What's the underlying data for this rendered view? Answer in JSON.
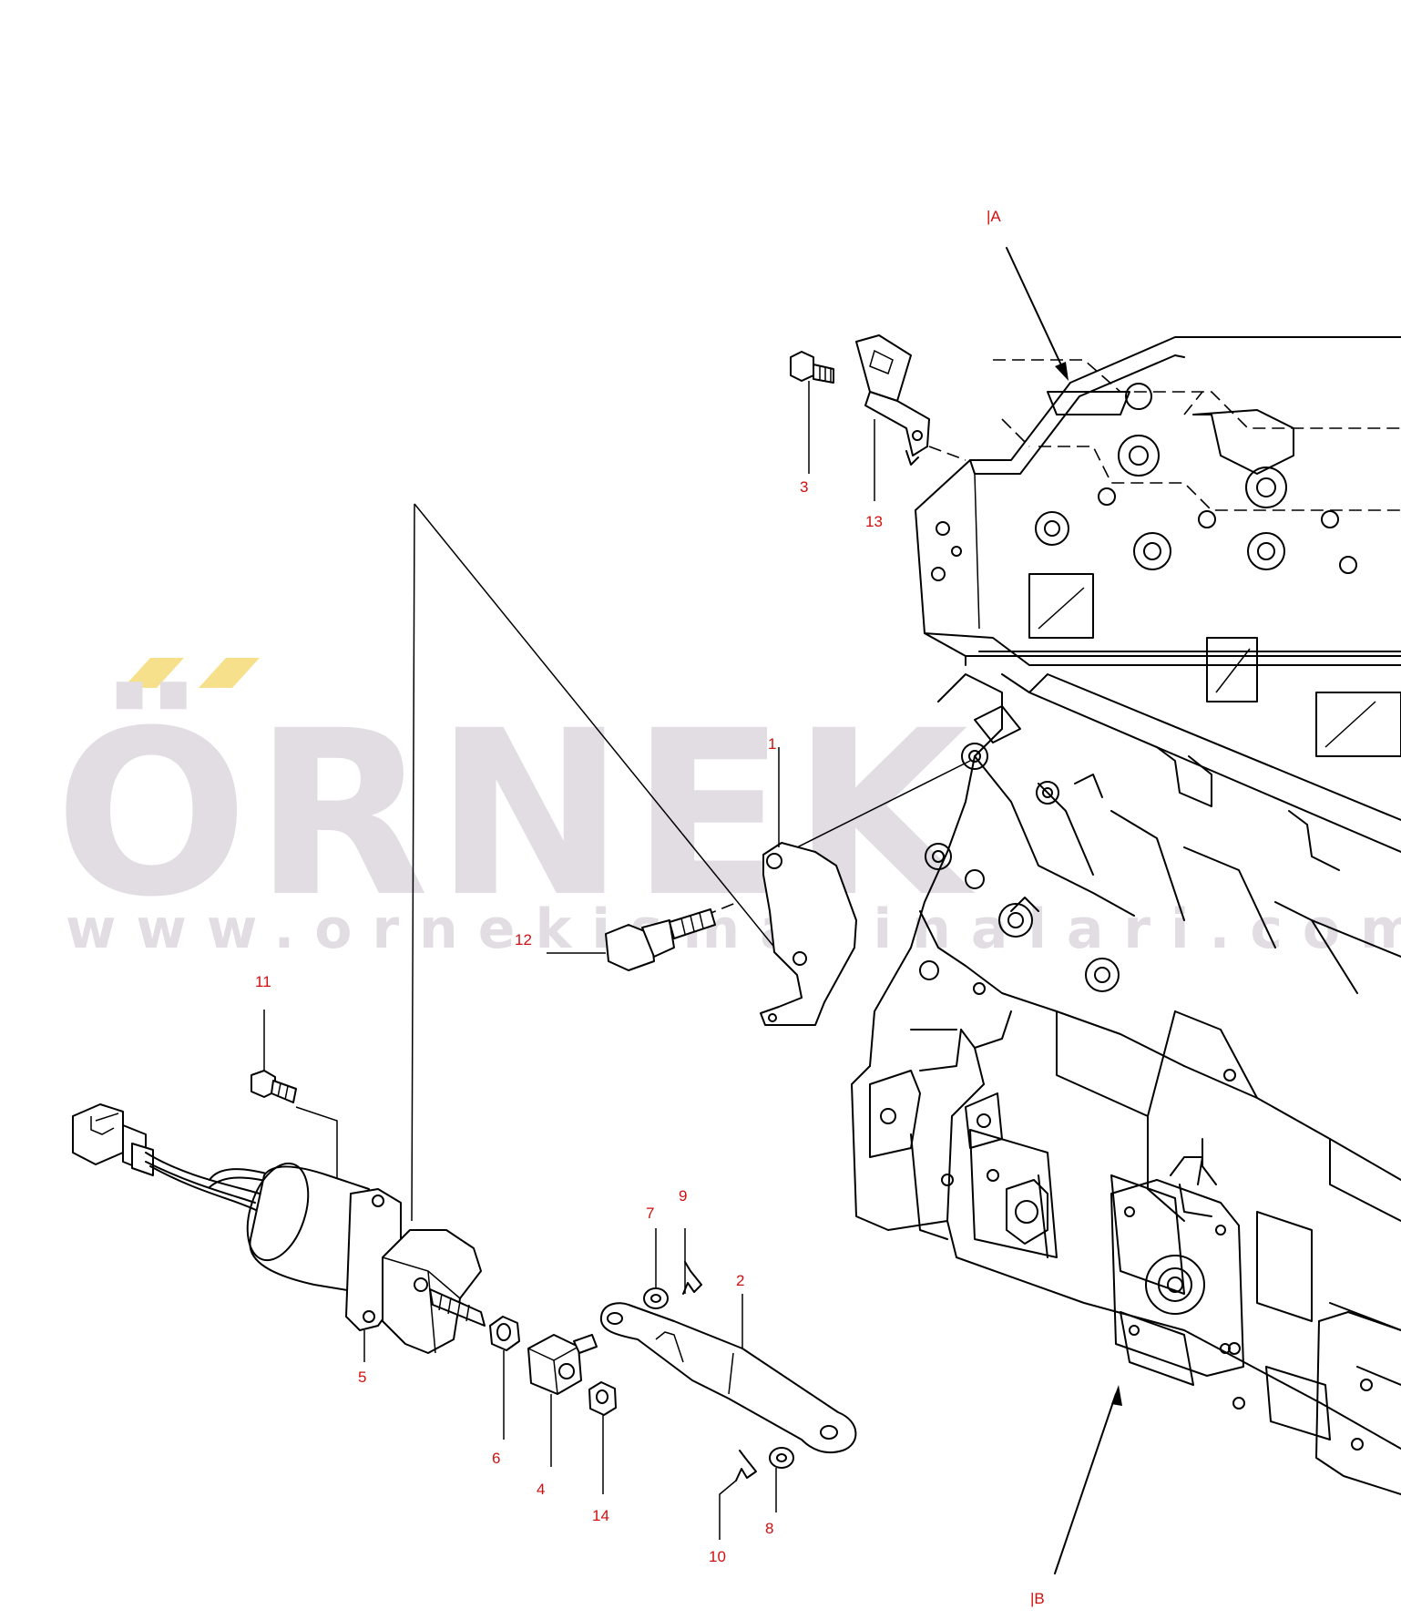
{
  "diagram": {
    "callouts": [
      {
        "id": "1",
        "label": "1"
      },
      {
        "id": "2",
        "label": "2"
      },
      {
        "id": "3",
        "label": "3"
      },
      {
        "id": "4",
        "label": "4"
      },
      {
        "id": "5",
        "label": "5"
      },
      {
        "id": "6",
        "label": "6"
      },
      {
        "id": "7",
        "label": "7"
      },
      {
        "id": "8",
        "label": "8"
      },
      {
        "id": "9",
        "label": "9"
      },
      {
        "id": "10",
        "label": "10"
      },
      {
        "id": "11",
        "label": "11"
      },
      {
        "id": "12",
        "label": "12"
      },
      {
        "id": "13",
        "label": "13"
      },
      {
        "id": "14",
        "label": "14"
      }
    ],
    "references": {
      "a": "|A",
      "b": "|B"
    }
  },
  "watermark": {
    "brand": "ÖRNEK",
    "url": "www.ornekismakinalari.com.tr",
    "accent_color": "#f7e08c",
    "text_color": "#e1dde3"
  },
  "colors": {
    "callout": "#d10f0f",
    "line": "#000000",
    "background": "#ffffff"
  }
}
